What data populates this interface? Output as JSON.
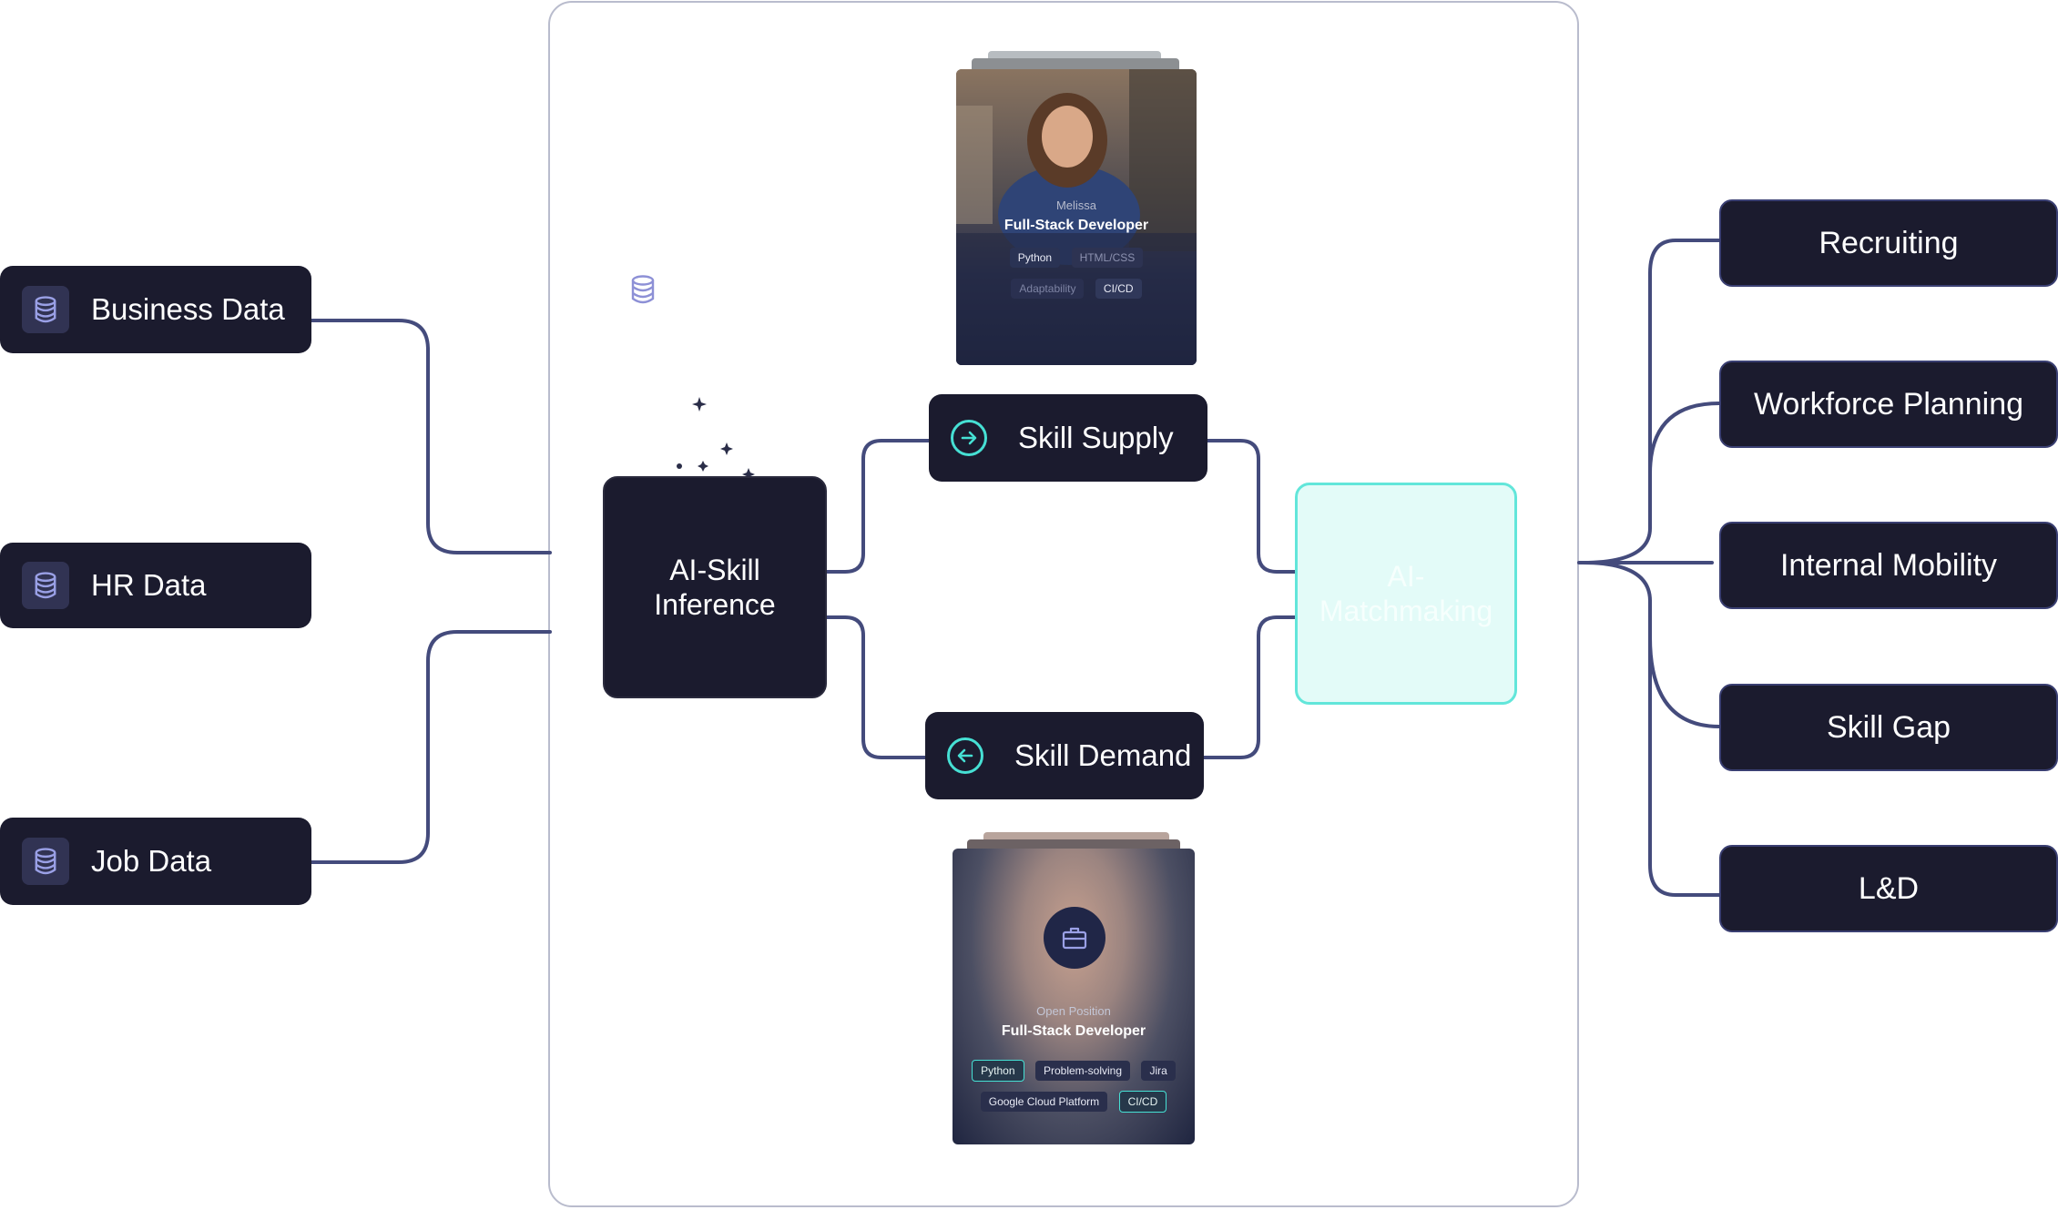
{
  "colors": {
    "node_bg": "#1b1b2e",
    "wire": "#444b7c",
    "accent_teal": "#46e0d4",
    "match_fill": "#e3fbf8",
    "frame_border": "#b9bccd"
  },
  "sources": [
    {
      "label": "Business Data",
      "icon": "database-icon"
    },
    {
      "label": "HR Data",
      "icon": "database-icon"
    },
    {
      "label": "Job Data",
      "icon": "database-icon"
    }
  ],
  "inference": {
    "line1": "AI-Skill",
    "line2": "Inference"
  },
  "skill_supply": {
    "label": "Skill Supply",
    "icon": "arrow-right-circle-icon"
  },
  "skill_demand": {
    "label": "Skill Demand",
    "icon": "arrow-left-circle-icon"
  },
  "matchmaking": {
    "line1": "AI-",
    "line2": "Matchmaking"
  },
  "outputs": [
    {
      "label": "Recruiting"
    },
    {
      "label": "Workforce Planning"
    },
    {
      "label": "Internal Mobility"
    },
    {
      "label": "Skill Gap"
    },
    {
      "label": "L&D"
    }
  ],
  "profile_card": {
    "name": "Melissa",
    "role": "Full-Stack Developer",
    "tags": [
      "Python",
      "HTML/CSS",
      "Adaptability",
      "CI/CD"
    ]
  },
  "position_card": {
    "caption": "Open Position",
    "role": "Full-Stack Developer",
    "icon": "briefcase-icon",
    "tags": [
      "Python",
      "Problem-solving",
      "Jira",
      "Google Cloud Platform",
      "CI/CD"
    ]
  },
  "floating_icon": "database-icon"
}
